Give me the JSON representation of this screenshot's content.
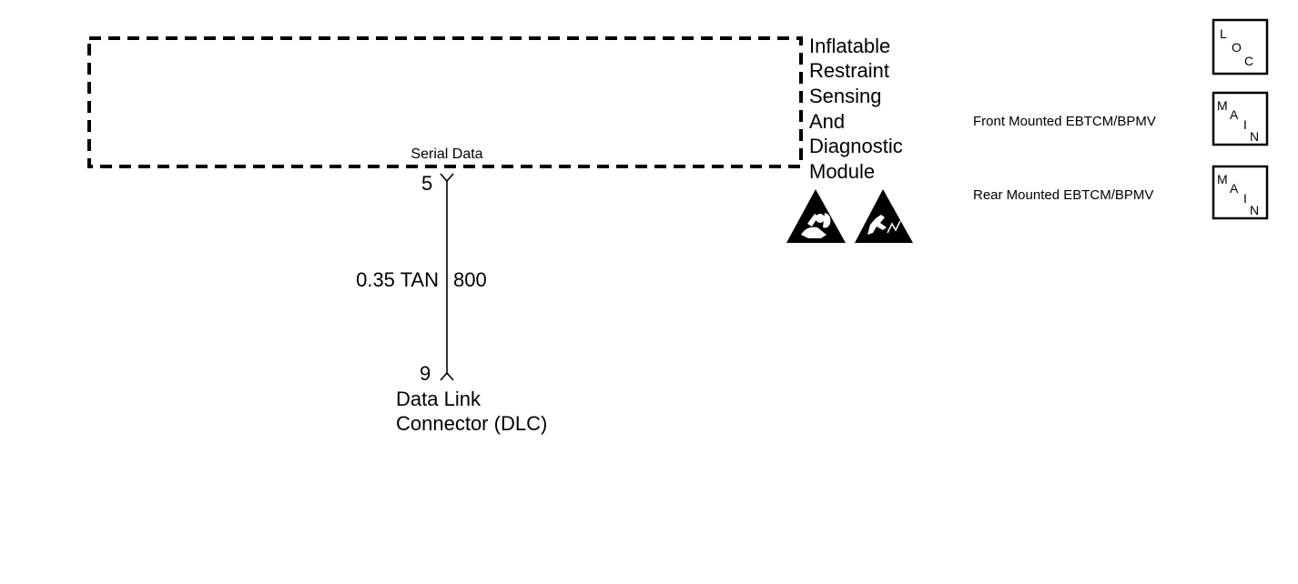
{
  "module": {
    "name_lines": [
      "Inflatable",
      "Restraint",
      "Sensing",
      "And",
      "Diagnostic",
      "Module"
    ],
    "circuit_label": "Serial Data",
    "pin": "5",
    "warning_icons": [
      "airbag-warning-icon",
      "esd-warning-icon"
    ]
  },
  "wire": {
    "gauge_color": "0.35 TAN",
    "circuit_number": "800"
  },
  "dlc": {
    "pin": "9",
    "name_lines": [
      "Data Link",
      "Connector (DLC)"
    ]
  },
  "navigation": {
    "loc_box": {
      "letters": [
        "L",
        "O",
        "C"
      ]
    },
    "main_boxes": [
      {
        "label": "Front Mounted EBTCM/BPMV",
        "letters": [
          "M",
          "A",
          "I",
          "N"
        ]
      },
      {
        "label": "Rear Mounted EBTCM/BPMV",
        "letters": [
          "M",
          "A",
          "I",
          "N"
        ]
      }
    ]
  }
}
